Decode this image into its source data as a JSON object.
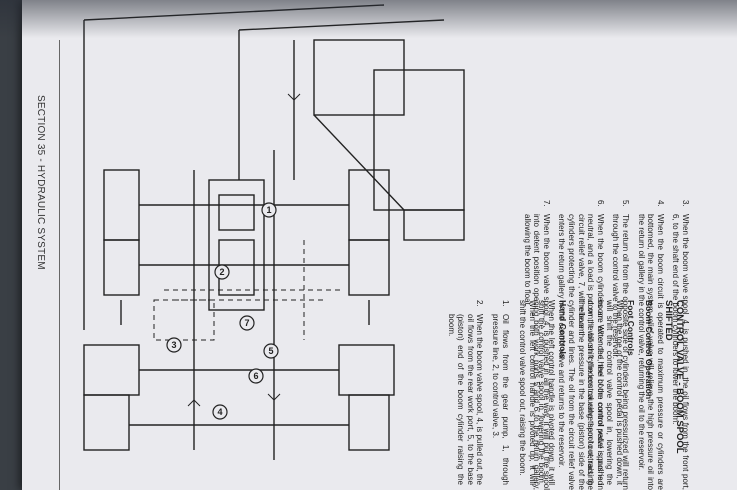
{
  "header": {
    "section": "SECTION 35 - HYDRAULIC SYSTEM"
  },
  "diagram": {
    "callouts": [
      "1",
      "2",
      "3",
      "4",
      "5",
      "6",
      "7"
    ]
  },
  "left_column": {
    "title": "CONTROL VALVE - BOOM SPOOL SHIFTED",
    "subtitle": "Boom Control Operation",
    "foot_heading": "Foot Controls",
    "foot_text": "When the toe of the control pedal is pushed down, it will shift the control valve spool in, lowering the boom. When the heel of the control pedal is pushed down, it will shift the control valve spool out, raising the boom.",
    "hand_heading": "Hand Controls",
    "hand_text": "When the left control handle is pivoted down, it will shift the control valve spool in, lowering the boom. When the left control handle is pivoted up, it will shift the control valve spool out, raising the boom.",
    "steps": [
      {
        "num": "1.",
        "text": "Oil flows from the gear pump, 1, through pressure line, 2, to control valve, 3."
      },
      {
        "num": "2.",
        "text": "When the boom valve spool, 4, is pulled out, the oil flows from the rear work port, 5, to the base (piston) end of the boom cylinder raising the boom."
      }
    ]
  },
  "right_column": {
    "steps": [
      {
        "num": "3.",
        "text": "When the boom valve spool, 4, is pushed in, the oil flows from the front port, 6, to the shaft end of the boom cylinders to lower the boom."
      },
      {
        "num": "4.",
        "text": "When the boom circuit is operated to maximum pressure or cylinders are bottomed, the main system relief valve will relieve the high pressure oil into the return oil gallery in the control valve, returning the oil to the reservoir."
      },
      {
        "num": "5.",
        "text": "The return oil from the opposite side of cylinders being pressurized will return through the control valve to the reservoir."
      },
      {
        "num": "6.",
        "text": "When the boom cylinders are extended, the boom control valve spool is in neutral, and a load is put on the boom cylinders causing them to retract, the circuit relief valve, 7, will relieve the pressure in the base (piston) side of the cylinders protecting the cylinder and lines. The oil from the circuit relief valve enters the return gallery in the control valve and returns to the reservoir."
      },
      {
        "num": "7.",
        "text": "When the boom valve spool, 4, is pushed in all the way, it will put the spool into detent position opening both work ports 5 and 6 to the return gallery, allowing the boom to float."
      }
    ]
  }
}
